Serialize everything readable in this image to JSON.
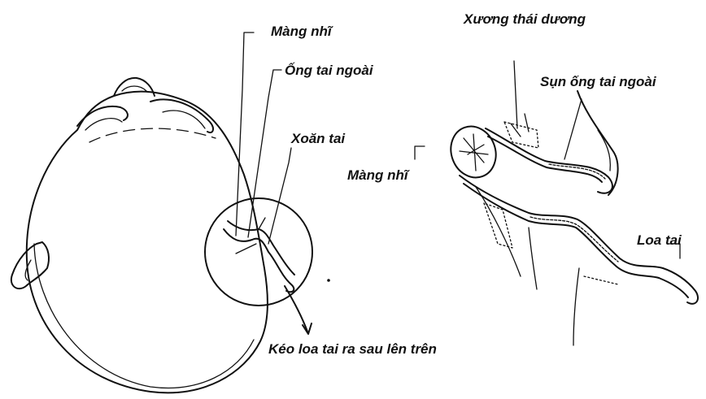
{
  "labels": {
    "mang_nhi_left": "Màng nhĩ",
    "ong_tai_ngoai": "Ống tai ngoài",
    "xoan_tai": "Xoăn tai",
    "keo_loa_tai": "Kéo loa tai ra sau lên trên",
    "xuong_thai_duong": "Xương thái dương",
    "sun_ong_tai_ngoai": "Sụn ống tai ngoài",
    "mang_nhi_right": "Màng nhĩ",
    "loa_tai": "Loa tai"
  }
}
